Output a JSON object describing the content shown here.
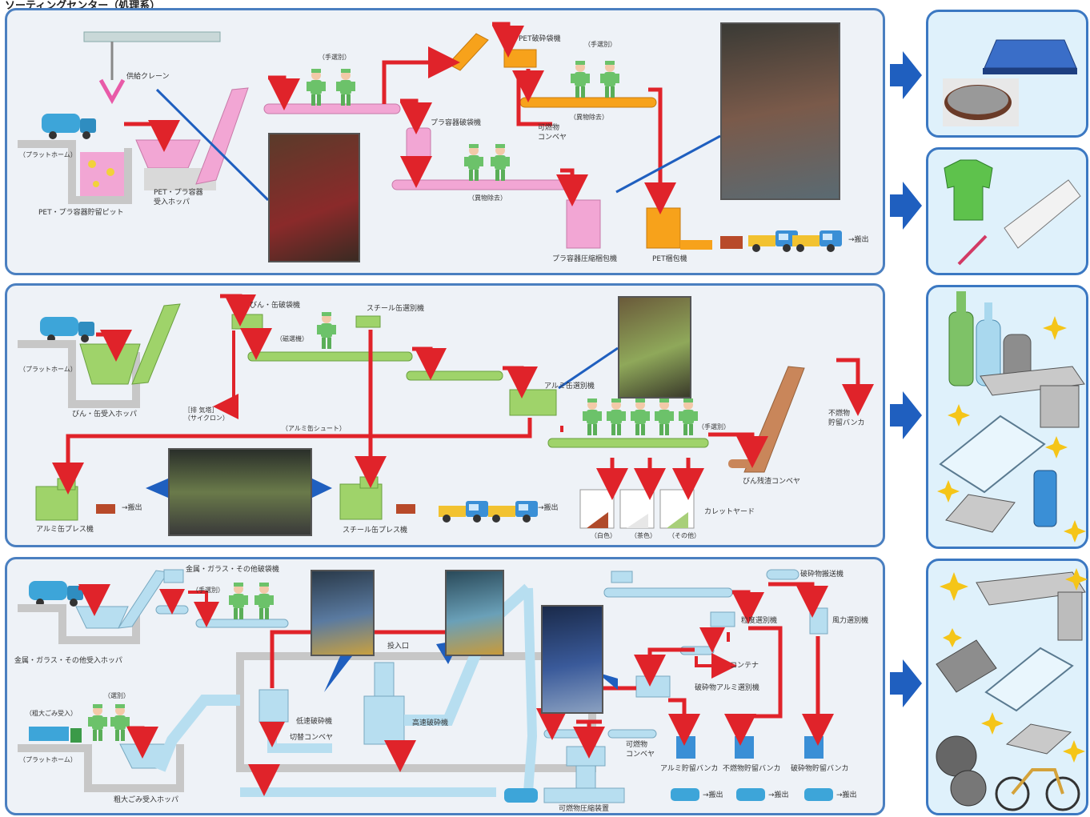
{
  "header": {
    "title": "ソーティングセンター（処理系）"
  },
  "line1": {
    "crane": "供給クレーン",
    "platform": "（プラットホーム）",
    "pit": "PET・プラ容器貯留ピット",
    "hopper": "PET・プラ容器\n受入ホッパ",
    "manual1": "（手選別）",
    "pet_crusher": "PET破砕袋機",
    "manual2": "（手選別）",
    "pla_crusher": "プラ容器破袋機",
    "foreign1": "（異物除去）",
    "foreign2": "（異物除去）",
    "combustible_conveyor": "可燃物\nコンベヤ",
    "pla_press": "プラ容器圧縮梱包機",
    "pet_press": "PET梱包機",
    "ship": "→搬出"
  },
  "line2": {
    "platform": "（プラットホーム）",
    "hopper": "びん・缶受入ホッパ",
    "bin_crusher": "びん・缶破袋機",
    "steel_sorter": "スチール缶選別機",
    "magnetic": "（磁選機）",
    "cyclone": "［排 気塔］\n（サイクロン）",
    "alu_chute": "（アルミ缶シュート）",
    "alu_sorter": "アルミ缶選別機",
    "manual": "（手選別）",
    "residue_bunker": "不燃物\n貯留バンカ",
    "bin_conveyor": "びん残渣コンベヤ",
    "alu_press": "アルミ缶プレス機",
    "steel_press": "スチール缶プレス機",
    "cullet": "カレットヤード",
    "cullet_clear": "（白色）",
    "cullet_brown": "（茶色）",
    "cullet_other": "（その他）",
    "ship1": "→搬出",
    "ship2": "→搬出"
  },
  "line3": {
    "metal_crusher": "金属・ガラス・その他破袋機",
    "manual": "（手選別）",
    "metal_hopper": "金属・ガラス・その他受入ホッパ",
    "bulky_note": "（粗大ごみ受入）",
    "manual2": "（選別）",
    "platform": "（プラットホーム）",
    "bulky_hopper": "粗大ごみ受入ホッパ",
    "slow_crusher": "低速破砕機",
    "cut_conveyor": "切替コンベヤ",
    "intake": "投入口",
    "fast_crusher": "高速破砕機",
    "crushed_sorter": "破砕物搬送機",
    "grain_sorter": "粒度選別機",
    "wind_sorter": "風力選別機",
    "container": "コンテナ",
    "iron_alu_sorter": "破砕物アルミ選別機",
    "combustible_conveyor": "可燃物\nコンベヤ",
    "alu_bunker": "アルミ貯留バンカ",
    "noncomb_bunker": "不燃物貯留バンカ",
    "crushed_bunker": "破砕物貯留バンカ",
    "combustible_compactor": "可燃物圧縮装置",
    "ship1": "→搬出",
    "ship2": "→搬出",
    "ship3": "→搬出"
  },
  "colors": {
    "panel_border": "#4a7fc0",
    "arrow_red": "#e0232a",
    "arrow_blue": "#1f5fbf",
    "pink": "#f2a6d4",
    "orange": "#f7a21b",
    "green": "#9fd36a",
    "lightblue": "#b7def0",
    "worker": "#6cc26a"
  }
}
